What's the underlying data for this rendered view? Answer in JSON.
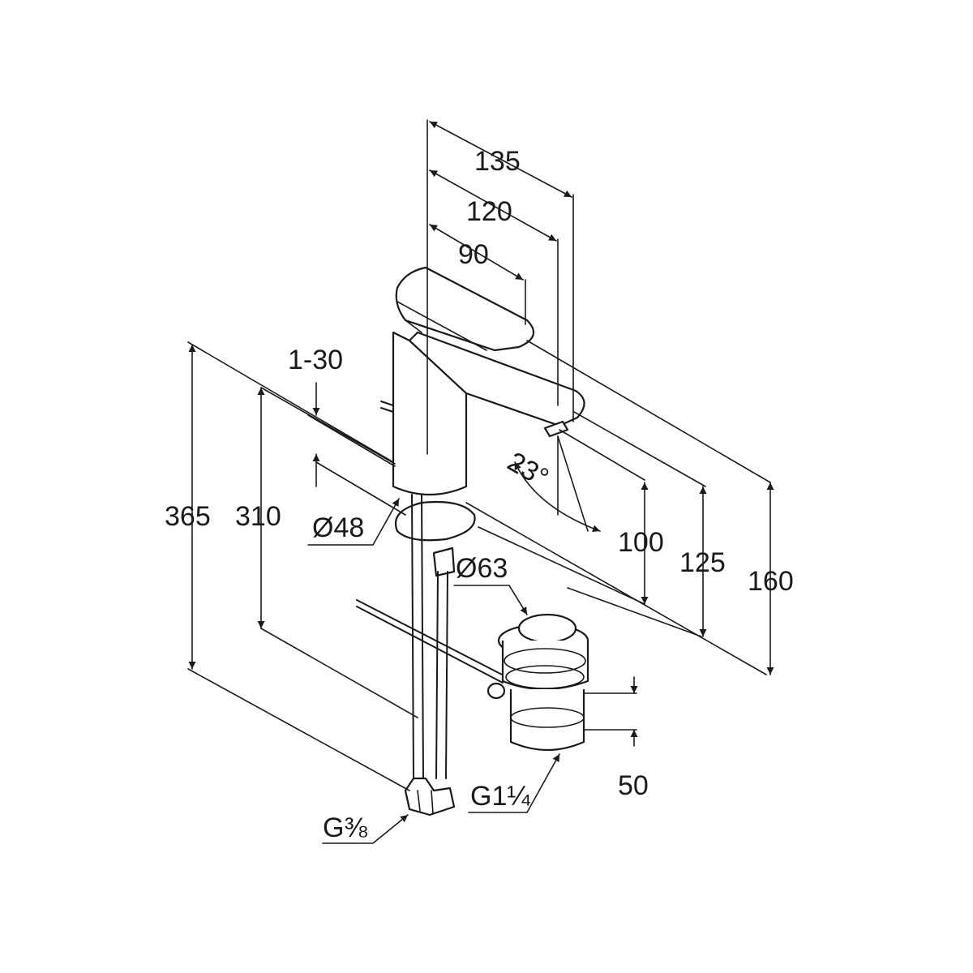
{
  "dimensions": {
    "d135": "135",
    "d120": "120",
    "d90": "90",
    "d1_30": "1-30",
    "d365": "365",
    "d310": "310",
    "d48": "Ø48",
    "d63": "Ø63",
    "d23": "23°",
    "d100": "100",
    "d125": "125",
    "d160": "160",
    "d50": "50",
    "g114": "G1¼",
    "g38": "G⅜"
  },
  "colors": {
    "line": "#1a1a1a",
    "background": "#ffffff"
  }
}
